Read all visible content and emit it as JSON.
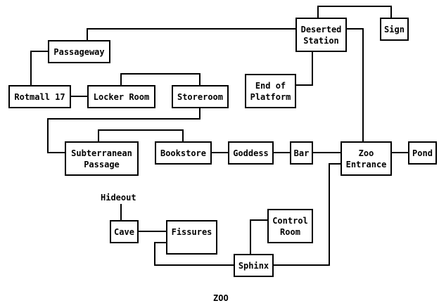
{
  "map": {
    "title": "ZOO",
    "line_color": "#000000",
    "rooms": [
      {
        "id": "passageway",
        "label": "Passageway"
      },
      {
        "id": "rotmall-17",
        "label": "Rotmall 17"
      },
      {
        "id": "locker-room",
        "label": "Locker Room"
      },
      {
        "id": "storeroom",
        "label": "Storeroom"
      },
      {
        "id": "deserted-station",
        "label": "Deserted\nStation"
      },
      {
        "id": "sign",
        "label": "Sign"
      },
      {
        "id": "end-of-platform",
        "label": "End of\nPlatform"
      },
      {
        "id": "subterranean-passage",
        "label": "Subterranean\nPassage"
      },
      {
        "id": "bookstore",
        "label": "Bookstore"
      },
      {
        "id": "goddess",
        "label": "Goddess"
      },
      {
        "id": "bar",
        "label": "Bar"
      },
      {
        "id": "zoo-entrance",
        "label": "Zoo\nEntrance"
      },
      {
        "id": "pond",
        "label": "Pond"
      },
      {
        "id": "cave",
        "label": "Cave"
      },
      {
        "id": "fissures",
        "label": "Fissures"
      },
      {
        "id": "control-room",
        "label": "Control\nRoom"
      },
      {
        "id": "sphinx",
        "label": "Sphinx"
      }
    ],
    "unboxed_labels": [
      {
        "id": "hideout",
        "label": "Hideout"
      }
    ],
    "connections": [
      [
        "passageway",
        "deserted-station"
      ],
      [
        "passageway",
        "rotmall-17"
      ],
      [
        "rotmall-17",
        "locker-room"
      ],
      [
        "locker-room",
        "storeroom"
      ],
      [
        "storeroom",
        "subterranean-passage"
      ],
      [
        "deserted-station",
        "sign"
      ],
      [
        "deserted-station",
        "end-of-platform"
      ],
      [
        "deserted-station",
        "zoo-entrance"
      ],
      [
        "subterranean-passage",
        "bookstore"
      ],
      [
        "bookstore",
        "goddess"
      ],
      [
        "goddess",
        "bar"
      ],
      [
        "bar",
        "zoo-entrance"
      ],
      [
        "zoo-entrance",
        "pond"
      ],
      [
        "zoo-entrance",
        "sphinx"
      ],
      [
        "hideout",
        "cave"
      ],
      [
        "cave",
        "fissures"
      ],
      [
        "fissures",
        "sphinx"
      ],
      [
        "sphinx",
        "control-room"
      ]
    ]
  }
}
